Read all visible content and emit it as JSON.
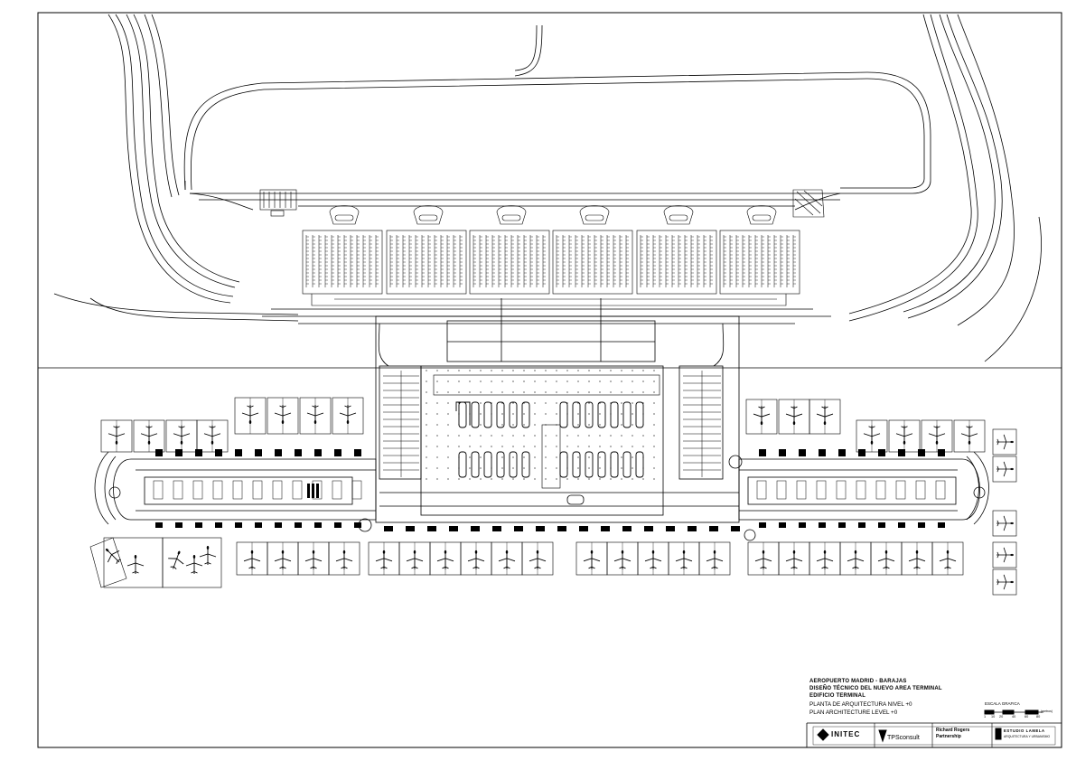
{
  "title_block": {
    "project_line1": "AEROPUERTO MADRID - BARAJAS",
    "project_line2": "DISEÑO TÉCNICO DEL NUEVO AREA TERMINAL",
    "project_line3": "EDIFICIO TERMINAL",
    "sheet_title_es": "PLANTA DE ARQUITECTURA NIVEL +0",
    "sheet_title_en": "PLAN ARCHITECTURE LEVEL +0",
    "scale_label": "ESCALA GRAFICA",
    "scale_ticks": [
      "1",
      "10",
      "20",
      "40",
      "60",
      "80"
    ],
    "scale_unit": "(metros)"
  },
  "logos": {
    "initec": "INITEC",
    "tps": "TPSconsult",
    "rogers_line1": "Richard Rogers",
    "rogers_line2": "Partnership",
    "lamela_line1": "ESTUDIO LAMELA",
    "lamela_line2": "ARQUITECTURA Y URBANISMO"
  }
}
